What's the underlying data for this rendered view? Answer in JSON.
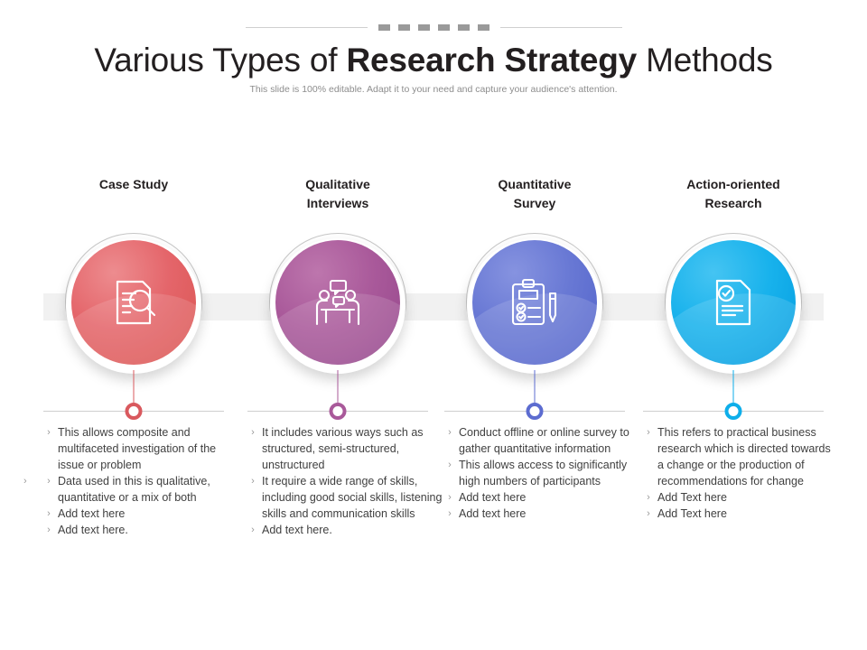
{
  "header": {
    "title_plain_1": "Various Types of ",
    "title_bold": "Research Strategy",
    "title_plain_2": " Methods",
    "subtitle": "This slide is 100% editable. Adapt it to your need and capture your audience's attention.",
    "dash_count": 6
  },
  "theme": {
    "band_color": "#f1f1f1",
    "text_color": "#404040",
    "heading_color": "#231f20",
    "subtitle_color": "#8d8d8d",
    "line_color": "#cfcfcf"
  },
  "columns": [
    {
      "heading": "Case Study",
      "icon": "document-magnifier-icon",
      "color": "#e4656a",
      "color_dark": "#d9534f",
      "color_light": "#ed8c8f",
      "ring_color": "#d9595e",
      "bullets": [
        "This allows composite and multifaceted investigation of the issue or problem",
        "Data used in this is qualitative, quantitative  or a mix of both",
        "Add text here",
        "Add text here."
      ],
      "has_stray_chevron": true
    },
    {
      "heading": "Qualitative\nInterviews",
      "heading_line1": "Qualitative",
      "heading_line2": "Interviews",
      "icon": "interview-people-icon",
      "color": "#a9599a",
      "color_dark": "#97478b",
      "color_light": "#bd76ad",
      "ring_color": "#a9599a",
      "bullets": [
        "It includes various ways such as structured, semi-structured, unstructured",
        "It require a wide range of skills, including good social skills, listening skills and communication skills",
        "Add text here."
      ],
      "has_stray_chevron": false
    },
    {
      "heading_line1": "Quantitative",
      "heading_line2": "Survey",
      "icon": "clipboard-checklist-pencil-icon",
      "color": "#6878d4",
      "color_dark": "#5566cb",
      "color_light": "#8693e0",
      "ring_color": "#5c6cd0",
      "bullets": [
        "Conduct offline or online survey to gather quantitative information",
        "This allows access to significantly high numbers of participants",
        "Add text here",
        "Add text here"
      ],
      "has_stray_chevron": false
    },
    {
      "heading_line1": "Action-oriented",
      "heading_line2": "Research",
      "icon": "verified-document-icon",
      "color": "#18b2ec",
      "color_dark": "#04a5e4",
      "color_light": "#45c4f2",
      "ring_color": "#0eaeea",
      "bullets": [
        "This refers to practical business research which is directed towards a change or the production of recommendations for change",
        "Add Text here",
        "Add Text here"
      ],
      "has_stray_chevron": false
    }
  ],
  "bullet_marker": "›"
}
